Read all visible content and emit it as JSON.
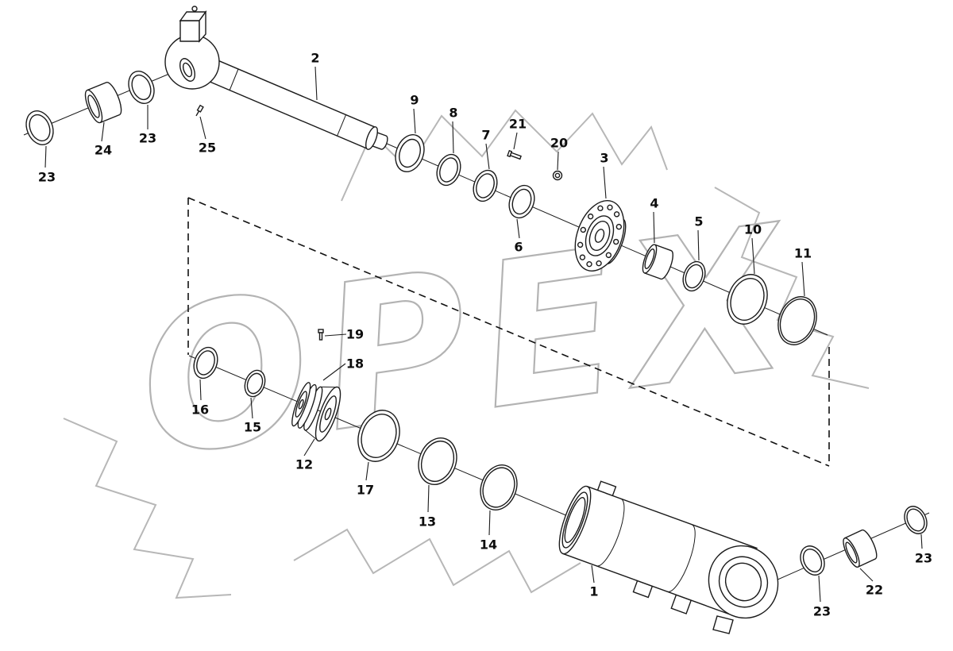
{
  "watermark": {
    "text": "OPEX",
    "color": "#b3b3b3"
  },
  "palette": {
    "line": "#1b1b1b",
    "background": "#ffffff"
  },
  "diagram": {
    "labels": [
      {
        "id": "label-23-far-left",
        "text": "23"
      },
      {
        "id": "label-24",
        "text": "24"
      },
      {
        "id": "label-23-left",
        "text": "23"
      },
      {
        "id": "label-25",
        "text": "25"
      },
      {
        "id": "label-2",
        "text": "2"
      },
      {
        "id": "label-9",
        "text": "9"
      },
      {
        "id": "label-8",
        "text": "8"
      },
      {
        "id": "label-7",
        "text": "7"
      },
      {
        "id": "label-21",
        "text": "21"
      },
      {
        "id": "label-20",
        "text": "20"
      },
      {
        "id": "label-3",
        "text": "3"
      },
      {
        "id": "label-6",
        "text": "6"
      },
      {
        "id": "label-4",
        "text": "4"
      },
      {
        "id": "label-5",
        "text": "5"
      },
      {
        "id": "label-10",
        "text": "10"
      },
      {
        "id": "label-11",
        "text": "11"
      },
      {
        "id": "label-16",
        "text": "16"
      },
      {
        "id": "label-15",
        "text": "15"
      },
      {
        "id": "label-19",
        "text": "19"
      },
      {
        "id": "label-18",
        "text": "18"
      },
      {
        "id": "label-12",
        "text": "12"
      },
      {
        "id": "label-17",
        "text": "17"
      },
      {
        "id": "label-13",
        "text": "13"
      },
      {
        "id": "label-14",
        "text": "14"
      },
      {
        "id": "label-1",
        "text": "1"
      },
      {
        "id": "label-23-bottom",
        "text": "23"
      },
      {
        "id": "label-22",
        "text": "22"
      },
      {
        "id": "label-23-far-right",
        "text": "23"
      }
    ]
  }
}
